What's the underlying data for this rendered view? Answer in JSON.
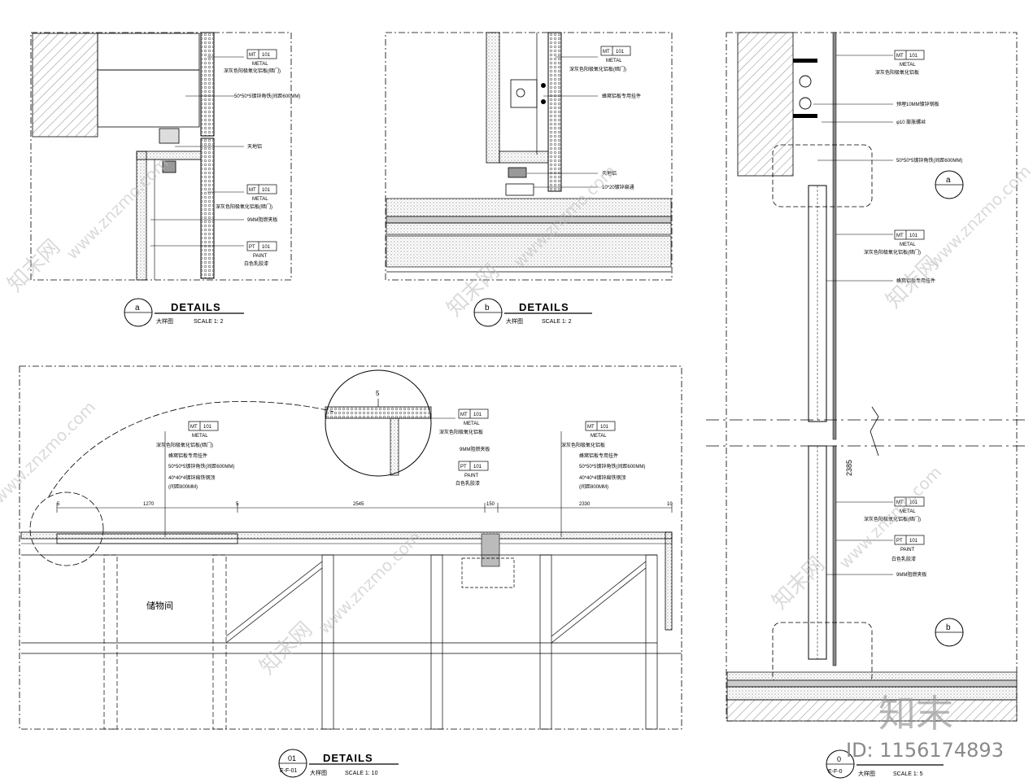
{
  "details": {
    "a": {
      "mark": "a",
      "title": "DETAILS",
      "sub": "大样图",
      "scale": "SCALE 1: 2"
    },
    "b": {
      "mark": "b",
      "title": "DETAILS",
      "sub": "大样图",
      "scale": "SCALE 1: 2"
    },
    "main": {
      "mark": "01",
      "ref": "E-F-01",
      "title": "DETAILS",
      "sub": "大样图",
      "scale": "SCALE 1: 10"
    },
    "right": {
      "mark": "0",
      "ref": "E-F-0",
      "sub": "大样图",
      "scale": "SCALE 1: 5"
    }
  },
  "tags": {
    "mt_code": "MT",
    "mt_num": "101",
    "mt_word": "METAL",
    "pt_code": "PT",
    "pt_num": "101",
    "pt_word": "PAINT",
    "mt_desc_door": "深灰色阳极氧化铝板(暗门)",
    "mt_desc": "深灰色阳极氧化铝板",
    "pt_desc": "白色乳胶漆"
  },
  "notes": {
    "angle_iron": "50*50*5镀锌角铁(间距600MM)",
    "floor_clip": "天地铝",
    "board_9mm": "9MM阻燃夹板",
    "honeycomb_clip": "蜂窝铝板专用挂件",
    "steel_10x20": "10*20镀锌扁通",
    "steel_40": "40*40*4镀锌扁铁钢顶",
    "spacing_800": "(间距800MM)",
    "bolt": "预埋10MM镀锌钢板",
    "phi10": "φ10 膨胀螺丝",
    "storage": "储物间"
  },
  "dims": {
    "d1": "5",
    "d2": "1270",
    "d3": "5",
    "d4": "2545",
    "d5": "150",
    "d6": "2330",
    "d7": "10",
    "detail_5": "5",
    "height": "2385"
  },
  "watermark": {
    "site": "www.znzmo.com",
    "brand": "知末网",
    "logo": "知末",
    "id": "ID: 1156174893"
  }
}
